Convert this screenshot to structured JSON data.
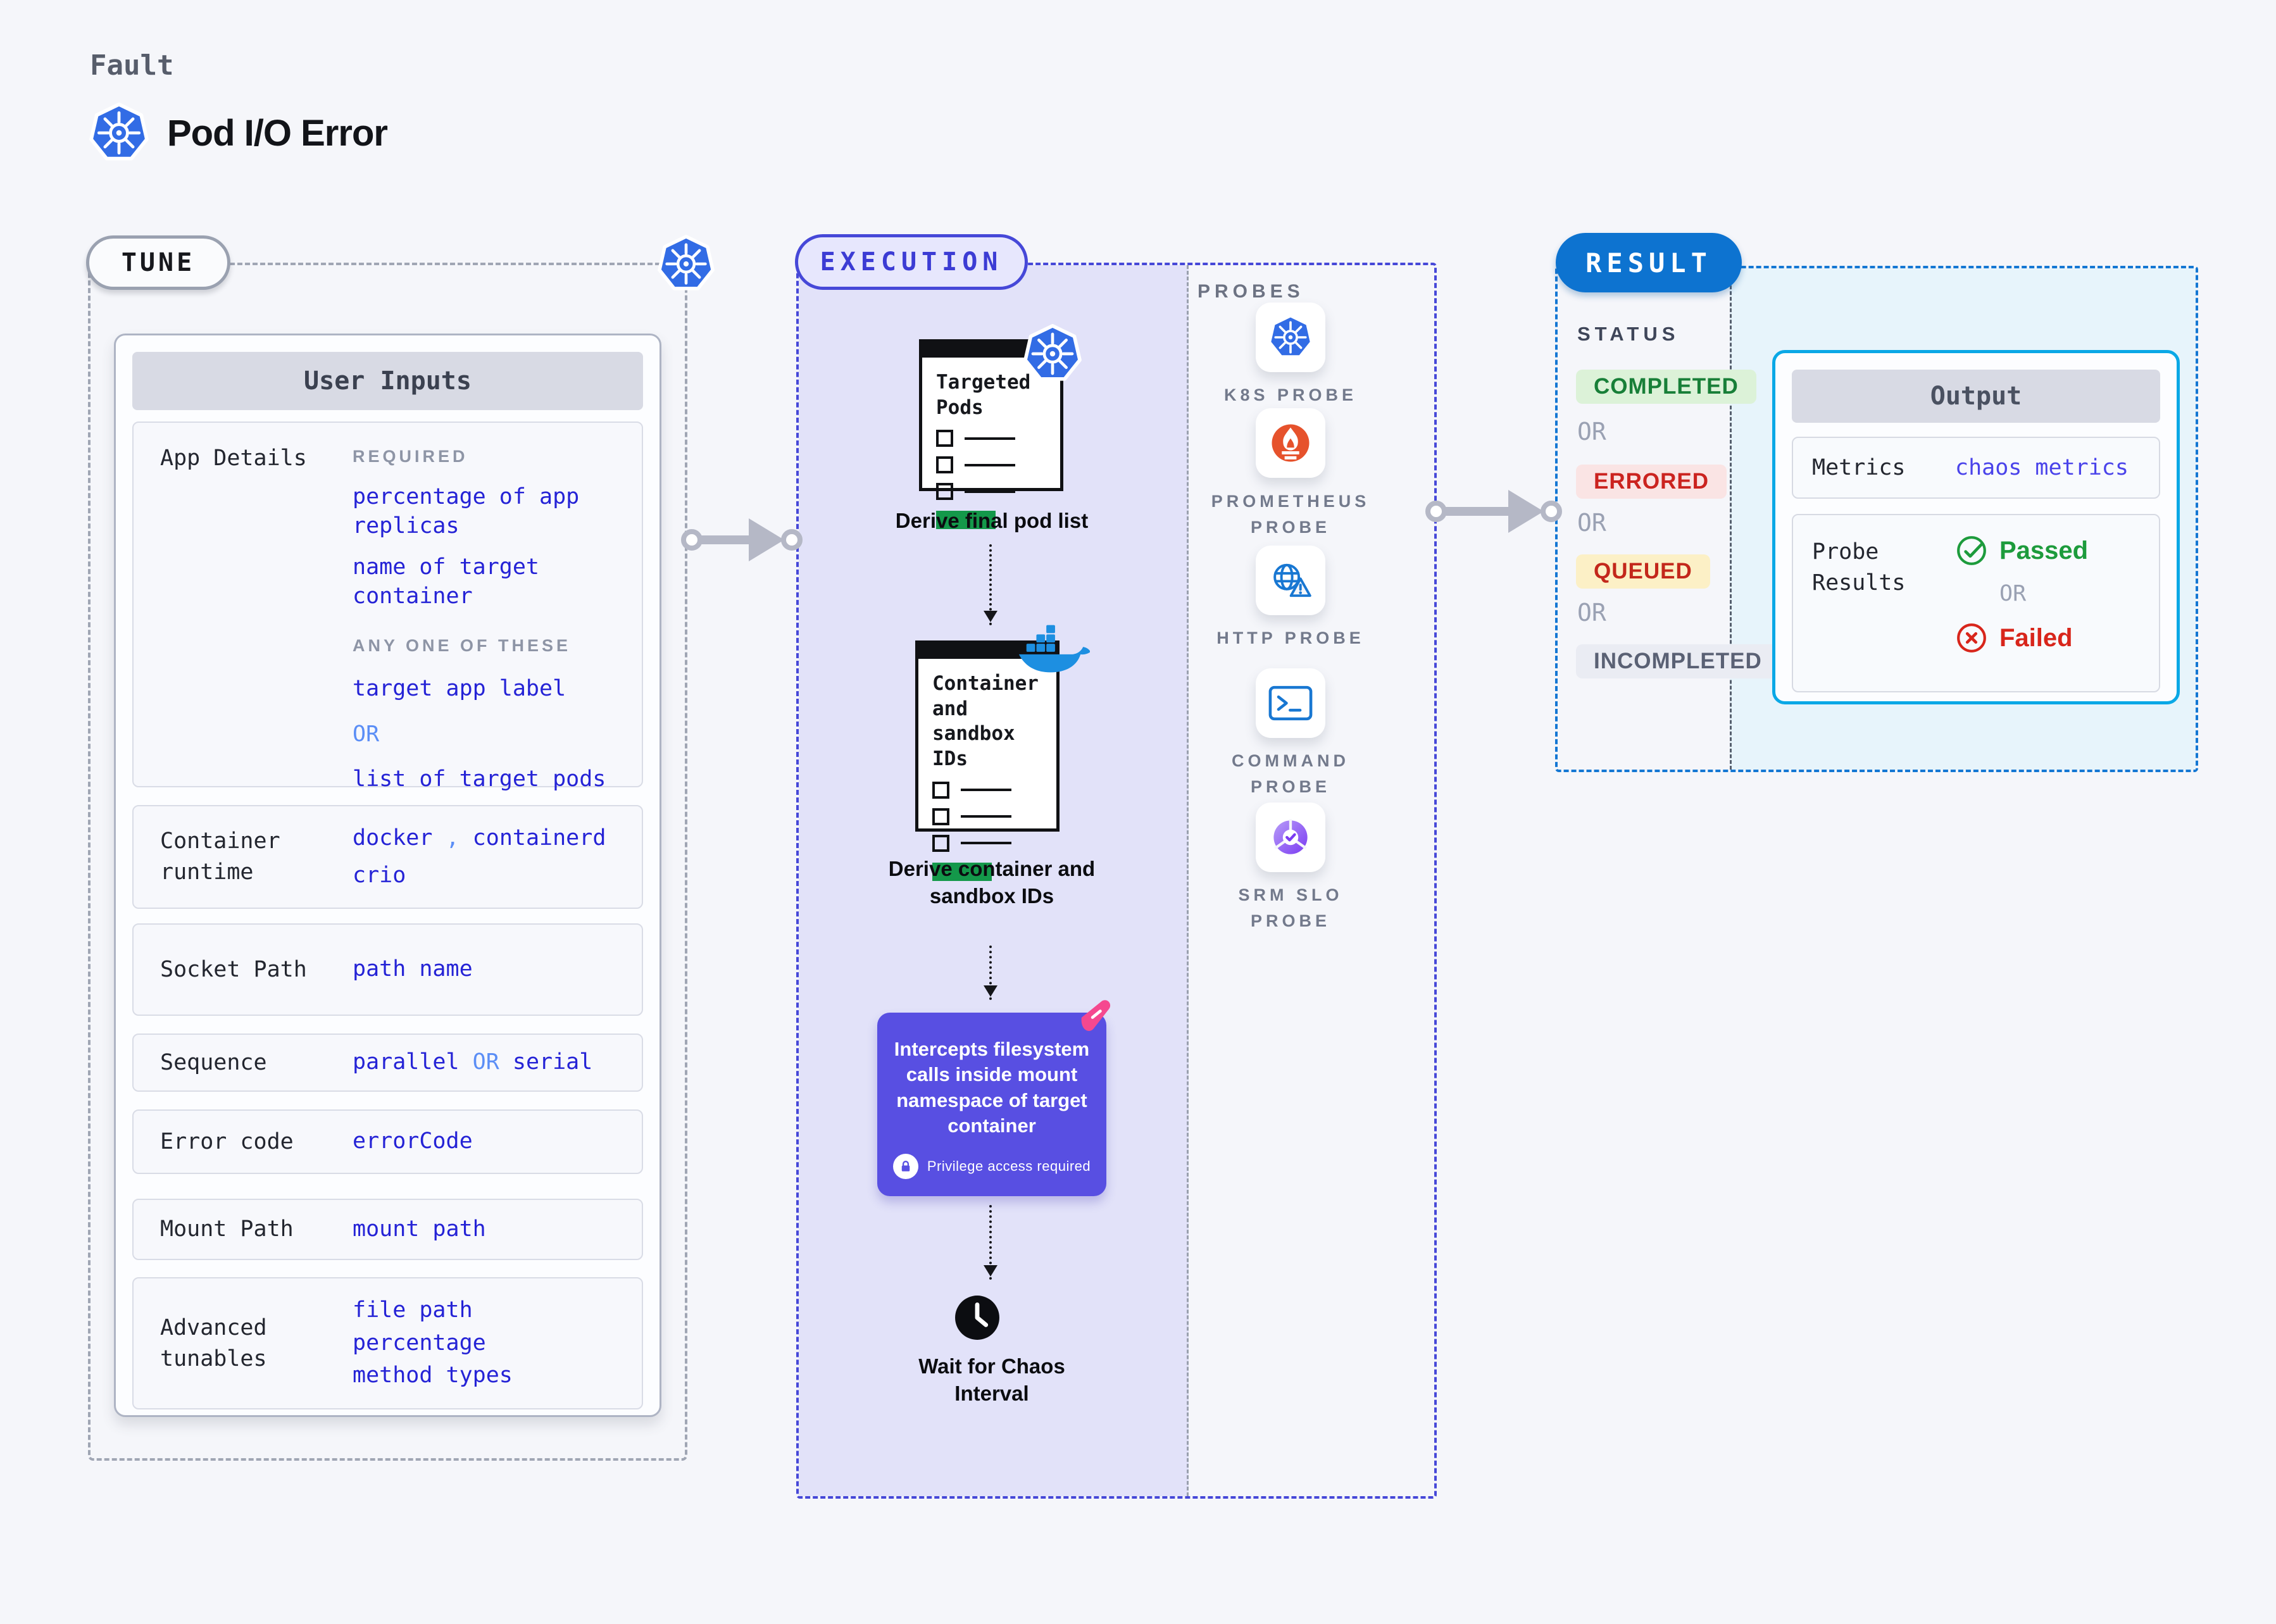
{
  "header": {
    "kicker": "Fault",
    "title": "Pod I/O Error"
  },
  "tune": {
    "pill": "TUNE",
    "header": "User Inputs",
    "app_details": {
      "label": "App Details",
      "required_caption": "REQUIRED",
      "req1": "percentage of app replicas",
      "req2": "name of target container",
      "any_caption": "ANY ONE OF THESE",
      "option_a": "target app label",
      "or": "OR",
      "option_b": "list of target pods"
    },
    "container_runtime": {
      "label": "Container runtime",
      "v1": "docker",
      "comma": ",",
      "v2": "containerd",
      "v3": "crio"
    },
    "socket_path": {
      "label": "Socket Path",
      "value": "path name"
    },
    "sequence": {
      "label": "Sequence",
      "v1": "parallel",
      "or": "OR",
      "v2": "serial"
    },
    "error_code": {
      "label": "Error code",
      "value": "errorCode"
    },
    "mount_path": {
      "label": "Mount Path",
      "value": "mount path"
    },
    "advanced": {
      "label": "Advanced tunables",
      "v1": "file path",
      "v2": "percentage",
      "v3": "method types"
    }
  },
  "execution": {
    "pill": "EXECUTION",
    "card1_title": "Targeted Pods",
    "caption1": "Derive final pod list",
    "card2_title": "Container and sandbox IDs",
    "caption2": "Derive container and sandbox IDs",
    "intercept_text": "Intercepts filesystem calls inside mount namespace of target container",
    "privilege_note": "Privilege access required",
    "caption3": "Wait for Chaos Interval"
  },
  "probes": {
    "title": "PROBES",
    "items": [
      {
        "icon": "k8s-icon",
        "label": "K8S PROBE"
      },
      {
        "icon": "prometheus-icon",
        "label": "PROMETHEUS PROBE"
      },
      {
        "icon": "http-globe-warning-icon",
        "label": "HTTP PROBE"
      },
      {
        "icon": "terminal-icon",
        "label": "COMMAND PROBE"
      },
      {
        "icon": "slo-pie-check-icon",
        "label": "SRM SLO PROBE"
      }
    ]
  },
  "result": {
    "pill": "RESULT",
    "status_label": "STATUS",
    "or": "OR",
    "statuses": [
      "COMPLETED",
      "ERRORED",
      "QUEUED",
      "INCOMPLETED"
    ],
    "output": {
      "header": "Output",
      "metrics_label": "Metrics",
      "metrics_value": "chaos metrics",
      "probe_results_label": "Probe Results",
      "passed": "Passed",
      "failed": "Failed"
    }
  },
  "colors": {
    "page_bg": "#f5f6fa",
    "execution_bg": "#e2e2f9",
    "execution_accent": "#4648d8",
    "tune_value_blue": "#2523d6",
    "light_blue_or": "#5b8ef6",
    "intercept_box": "#584fe2",
    "result_accent": "#0d73d0",
    "output_border": "#0aa8e6",
    "metrics_value_blue": "#4a43ea",
    "completed_green": "#187f38",
    "errored_red": "#cb231f",
    "queued_yellow_bg": "#fcf0c6",
    "passed_green": "#1d9b3c",
    "failed_red": "#d8251b",
    "green_bar": "#14984a",
    "k8s_blue": "#326ce5",
    "prometheus_orange": "#e6522c",
    "docker_blue": "#1d8fe1",
    "pink_badge": "#f5488f"
  }
}
